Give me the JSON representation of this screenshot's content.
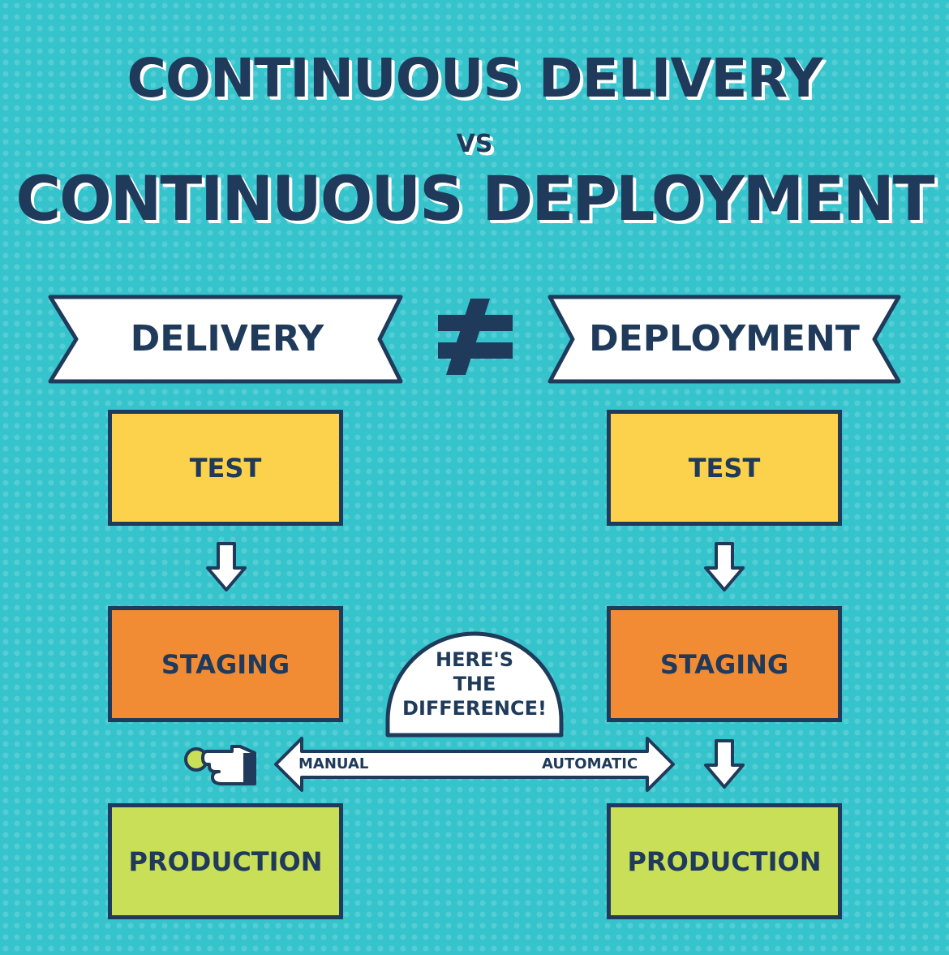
{
  "title": {
    "line1": "CONTINUOUS DELIVERY",
    "vs": "VS",
    "line2": "CONTINUOUS DEPLOYMENT"
  },
  "not_equal_icon": "not-equal-icon",
  "delivery": {
    "label": "DELIVERY",
    "steps": [
      "TEST",
      "STAGING",
      "PRODUCTION"
    ]
  },
  "deployment": {
    "label": "DEPLOYMENT",
    "steps": [
      "TEST",
      "STAGING",
      "PRODUCTION"
    ]
  },
  "difference": {
    "bubble_lines": [
      "HERE'S",
      "THE",
      "DIFFERENCE!"
    ],
    "left_label": "MANUAL",
    "right_label": "AUTOMATIC",
    "manual_icon": "pointing-hand-icon"
  },
  "colors": {
    "background": "#35c3cc",
    "navy": "#1f3a5a",
    "test": "#fcd24c",
    "staging": "#f28c34",
    "production": "#c9df57"
  }
}
